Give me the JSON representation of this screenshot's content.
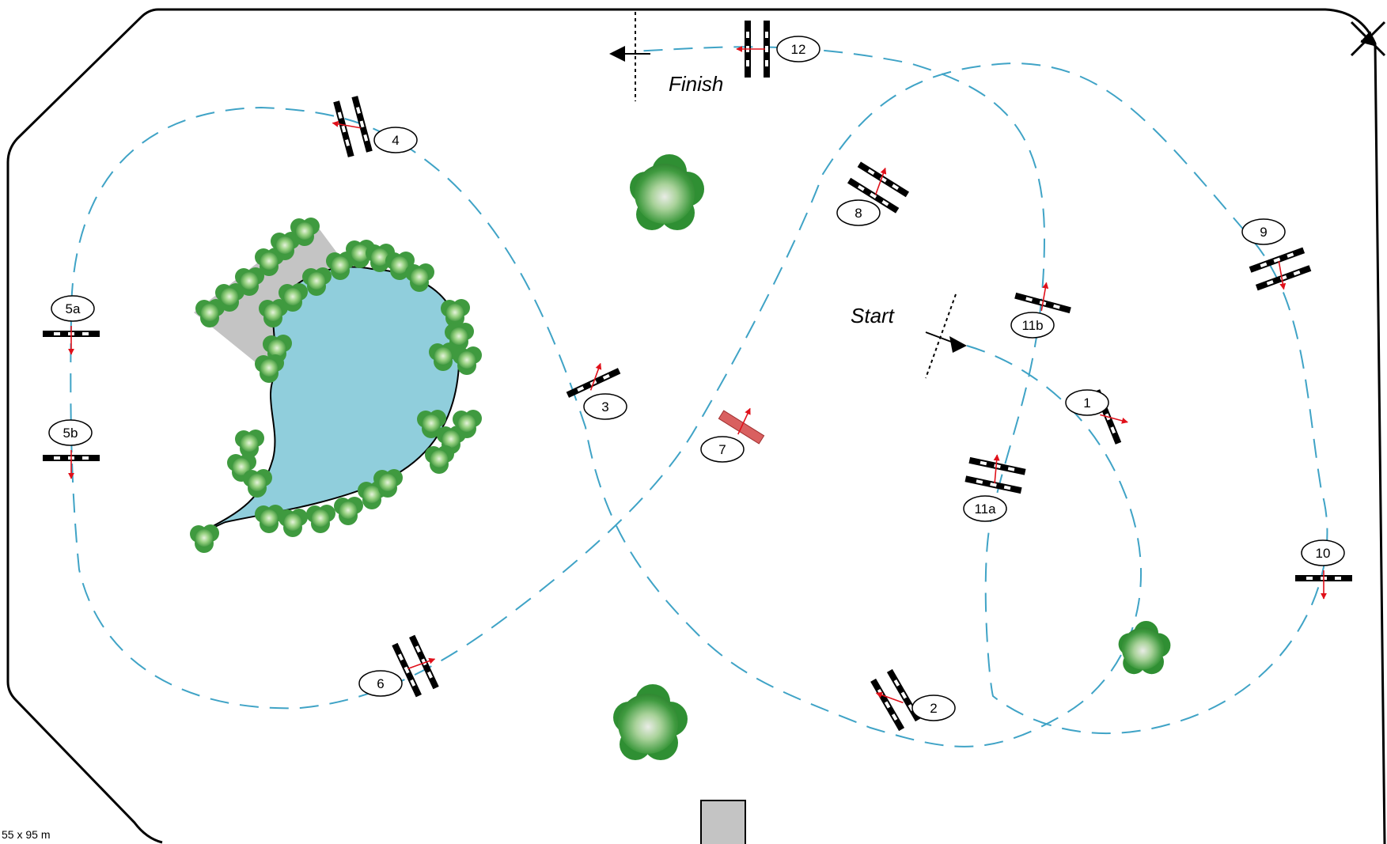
{
  "arena": {
    "dimensions": "55 x 95 m"
  },
  "labels": {
    "start": "Start",
    "finish": "Finish"
  },
  "obstacles": [
    "1",
    "2",
    "3",
    "4",
    "5a",
    "5b",
    "6",
    "7",
    "8",
    "9",
    "10",
    "11a",
    "11b",
    "12"
  ],
  "icons": {
    "compass": "north-arrow-icon",
    "tree": "tree-icon",
    "pond": "pond-icon",
    "bushes": "hedge-icon",
    "entrance": "gate-icon"
  },
  "colors": {
    "route": "#3fa3c6",
    "pond": "#90cedc",
    "tree_dark": "#2b8a2f",
    "tree_light": "#8fcf7d",
    "bank": "#c4c4c4",
    "direction_arrow": "#e0101a",
    "wall": "#d96060"
  }
}
